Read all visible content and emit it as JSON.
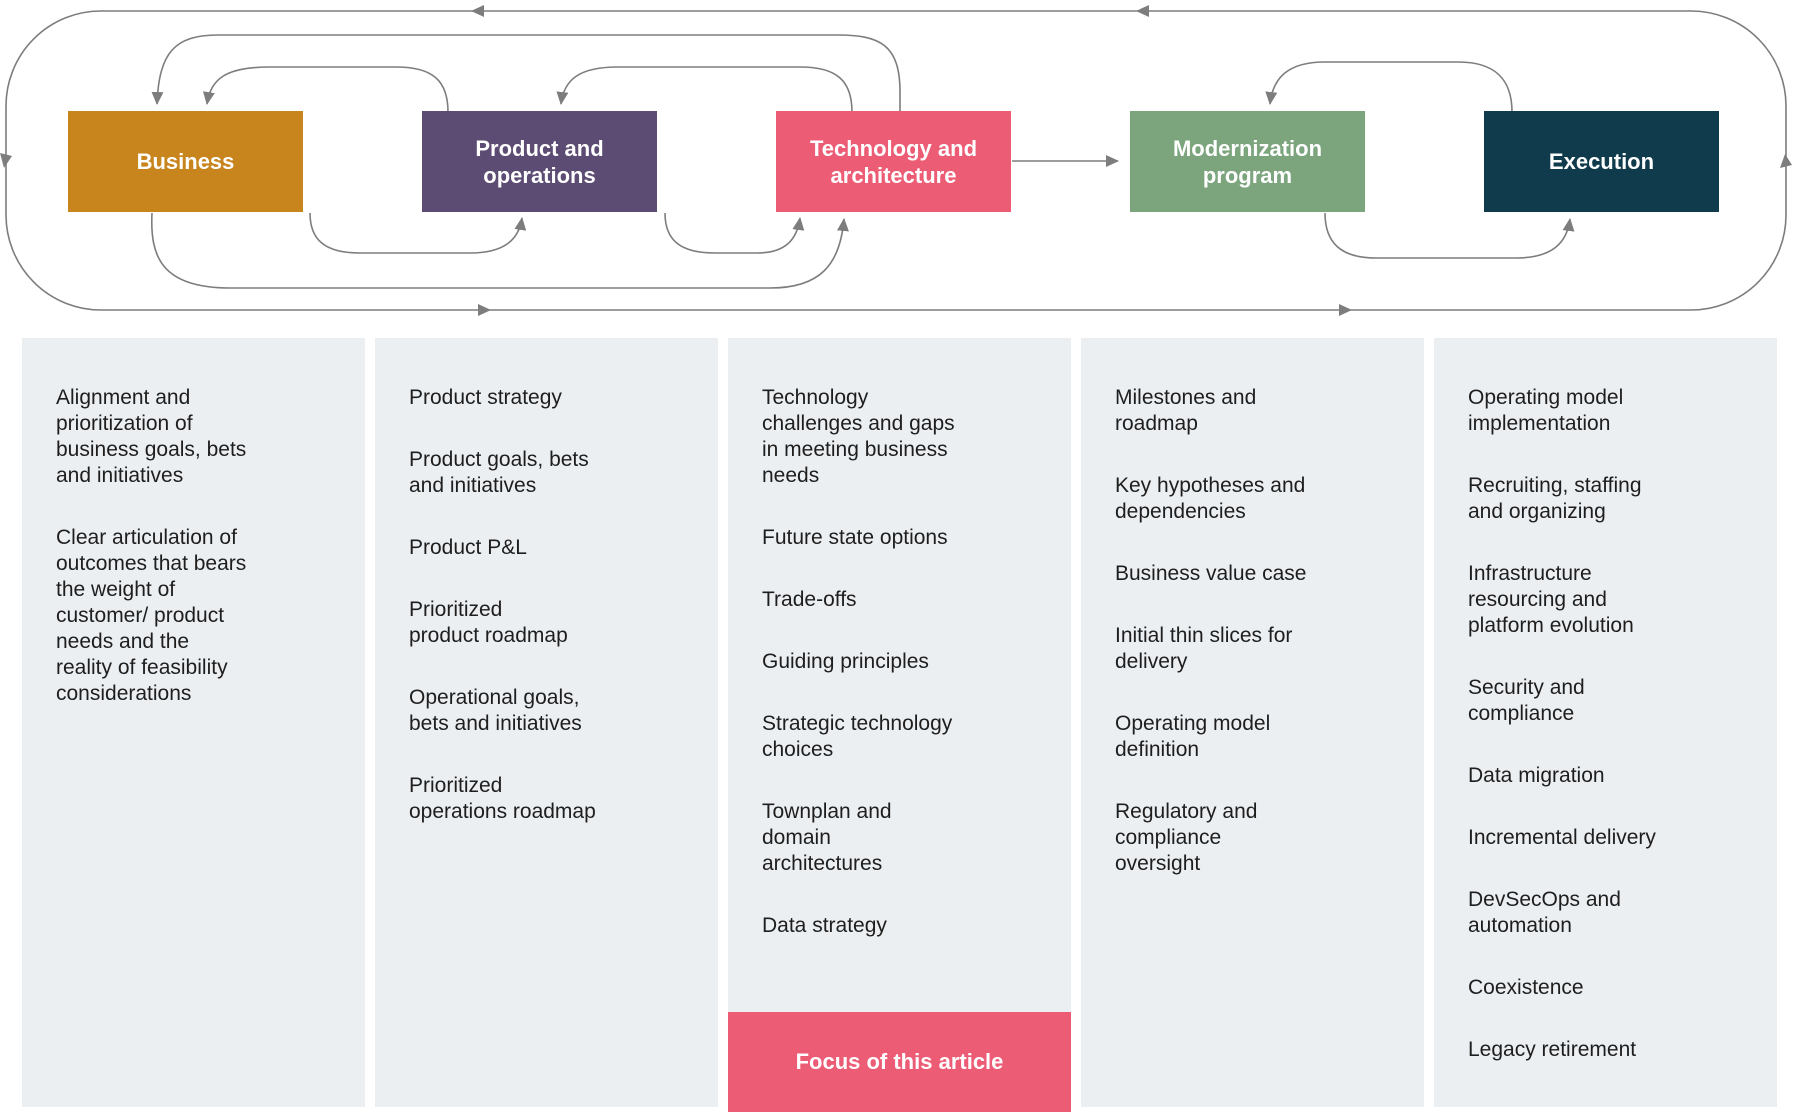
{
  "flow": {
    "arrow_color": "#7D7D7D",
    "boxes": [
      {
        "label": "Business",
        "color": "#C8841D"
      },
      {
        "label": "Product and\noperations",
        "color": "#5C4B72"
      },
      {
        "label": "Technology and\narchitecture",
        "color": "#ED5C75"
      },
      {
        "label": "Modernization\nprogram",
        "color": "#7CA57E"
      },
      {
        "label": "Execution",
        "color": "#0F3B4C"
      }
    ]
  },
  "columns": [
    {
      "id": "business",
      "background": "#ECEFF2",
      "items": [
        "Alignment and\nprioritization of\nbusiness goals, bets\nand initiatives",
        "Clear articulation of\noutcomes that bears\nthe weight of\ncustomer/ product\nneeds and the\nreality of feasibility\nconsiderations"
      ]
    },
    {
      "id": "product-and-operations",
      "background": "#ECEFF2",
      "items": [
        "Product strategy",
        "Product goals, bets\nand initiatives",
        "Product P&L",
        "Prioritized\nproduct roadmap",
        "Operational goals,\nbets and initiatives",
        "Prioritized\noperations roadmap"
      ]
    },
    {
      "id": "technology-and-architecture",
      "background": "#ECEFF2",
      "items": [
        "Technology\nchallenges and gaps\nin meeting business\nneeds",
        "Future state options",
        "Trade-offs",
        "Guiding principles",
        "Strategic technology\nchoices",
        "Townplan and\ndomain\narchitectures",
        "Data strategy"
      ]
    },
    {
      "id": "modernization-program",
      "background": "#ECEFF2",
      "items": [
        "Milestones and\nroadmap",
        "Key hypotheses and\ndependencies",
        "Business value case",
        "Initial thin slices for\ndelivery",
        "Operating model\ndefinition",
        "Regulatory and\ncompliance\noversight"
      ]
    },
    {
      "id": "execution",
      "background": "#ECEFF2",
      "items": [
        "Operating model\nimplementation",
        "Recruiting, staffing\nand organizing",
        "Infrastructure\nresourcing and\nplatform evolution",
        "Security and\ncompliance",
        "Data migration",
        "Incremental delivery",
        "DevSecOps and\nautomation",
        "Coexistence",
        "Legacy retirement"
      ]
    }
  ],
  "callout": {
    "label": "Focus of this article",
    "color": "#ED5C75"
  }
}
